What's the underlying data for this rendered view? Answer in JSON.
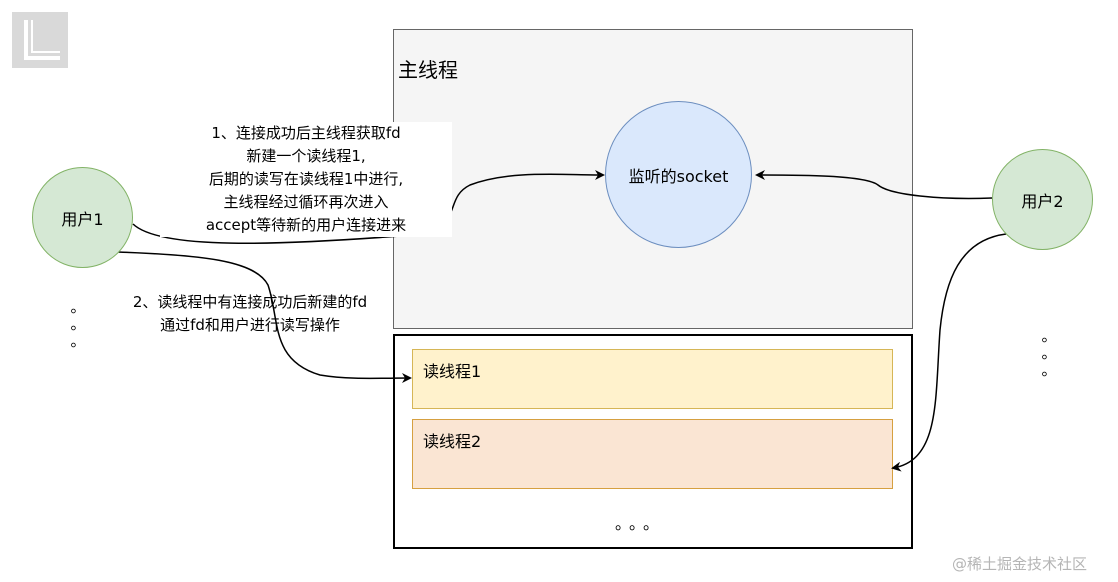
{
  "main_thread": {
    "title": "主线程"
  },
  "socket": {
    "label": "监听的socket"
  },
  "users": {
    "user1": "用户1",
    "user2": "用户2"
  },
  "read_threads": {
    "thread1": "读线程1",
    "thread2": "读线程2",
    "more": "。。。"
  },
  "notes": {
    "note1_lines": [
      "1、连接成功后主线程获取fd",
      "新建一个读线程1,",
      "后期的读写在读线程1中进行,",
      "主线程经过循环再次进入",
      "accept等待新的用户连接进来"
    ],
    "note2_lines": [
      "2、读线程中有连接成功后新建的fd",
      "通过fd和用户进行读写操作"
    ]
  },
  "ellipsis": {
    "left": [
      "。",
      "。",
      "。"
    ],
    "right": [
      "。",
      "。",
      "。"
    ]
  },
  "watermark": "@稀土掘金技术社区",
  "colors": {
    "main_box_fill": "#f5f5f5",
    "socket_fill": "#dae8fc",
    "user_fill": "#d5e8d4",
    "thread1_fill": "#fff2cc",
    "thread2_fill": "#fae5d3"
  },
  "icons": {
    "logo": "logo-icon"
  }
}
